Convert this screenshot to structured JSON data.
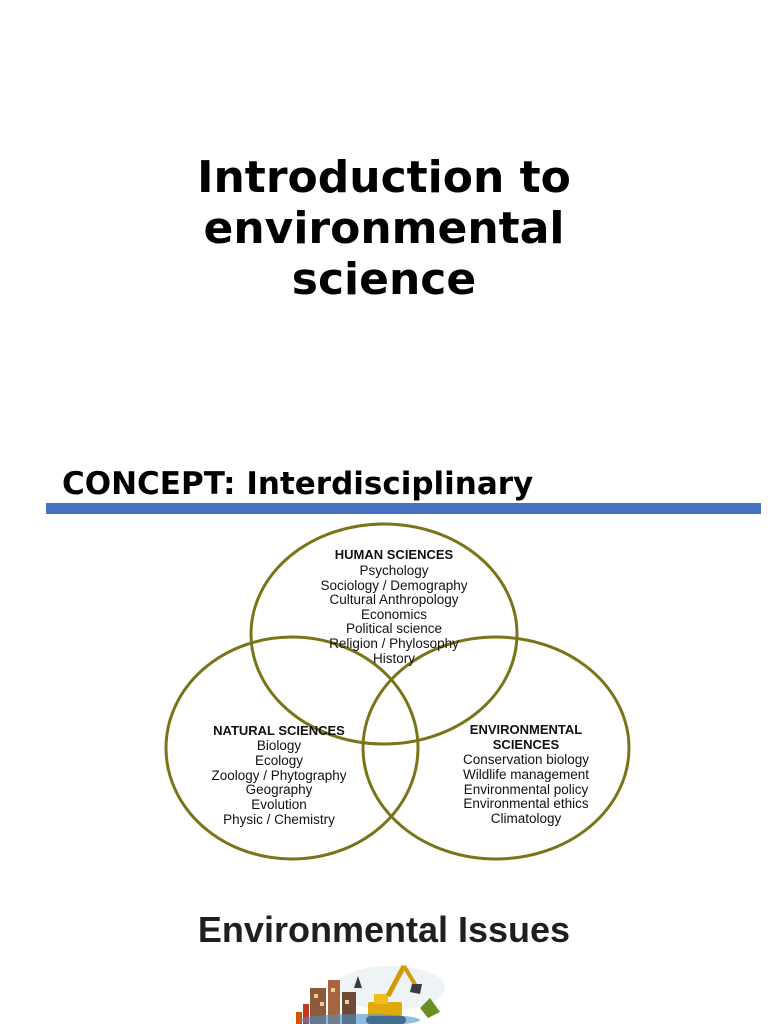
{
  "title": {
    "lines": [
      "Introduction to",
      "environmental",
      "science"
    ]
  },
  "concept": {
    "heading": "CONCEPT: Interdisciplinary",
    "rule_color": "#4472c4"
  },
  "venn": {
    "circle_color": "#7a7418",
    "human": {
      "heading": "HUMAN SCIENCES",
      "items": [
        "Psychology",
        "Sociology / Demography",
        "Cultural Anthropology",
        "Economics",
        "Political science",
        "Religion / Phylosophy",
        "History"
      ]
    },
    "natural": {
      "heading": "NATURAL SCIENCES",
      "items": [
        "Biology",
        "Ecology",
        "Zoology / Phytography",
        "Geography",
        "Evolution",
        "Physic / Chemistry"
      ]
    },
    "environmental": {
      "heading_lines": [
        "ENVIRONMENTAL",
        "SCIENCES"
      ],
      "items": [
        "Conservation biology",
        "Wildlife management",
        "Environmental policy",
        "Environmental ethics",
        "Climatology"
      ]
    }
  },
  "issues": {
    "heading": "Environmental Issues"
  }
}
